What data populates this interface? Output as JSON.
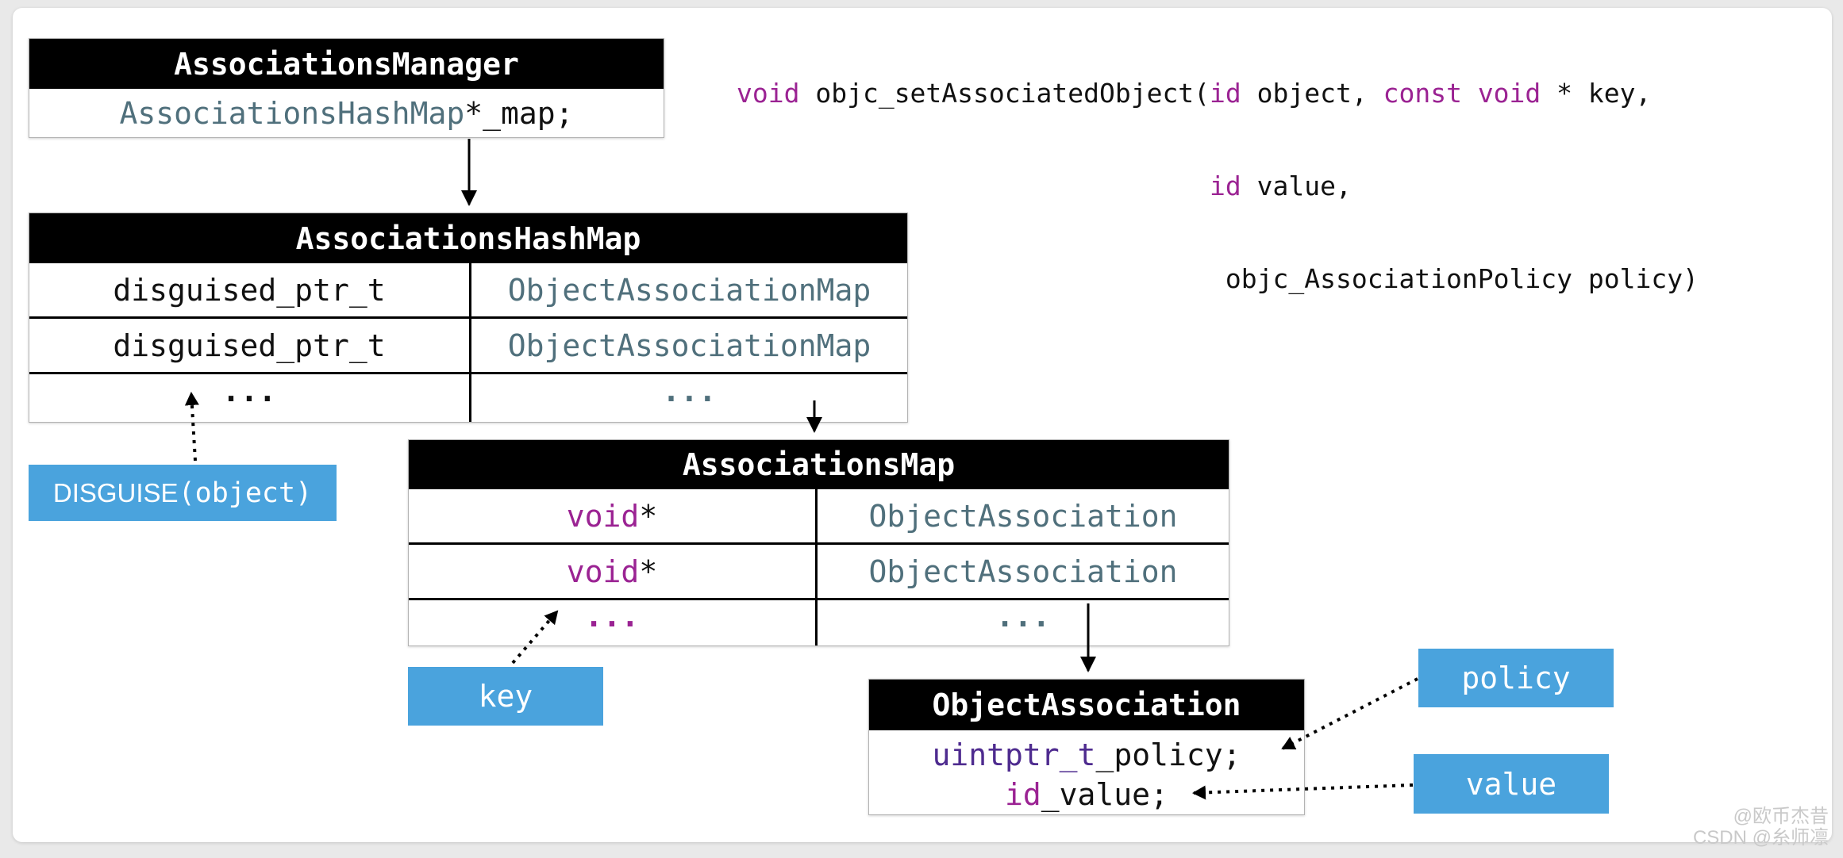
{
  "colors": {
    "accent_blue": "#4aa3dd",
    "keyword_purple": "#9b2393",
    "type_teal": "#50707c",
    "type_indigo": "#4e2b8f",
    "table_header_bg": "#000000"
  },
  "code": {
    "l1t1": "void",
    "l1t2": " objc_setAssociatedObject(",
    "l1t3": "id",
    "l1t4": " object, ",
    "l1t5": "const void",
    "l1t6": " * key,",
    "l2t1": "                              ",
    "l2t2": "id",
    "l2t3": " value,",
    "l3t1": "                               objc_AssociationPolicy policy)"
  },
  "manager": {
    "title": "AssociationsManager",
    "field_type": "AssociationsHashMap",
    "field_rest": " *_map;"
  },
  "hashmap": {
    "title": "AssociationsHashMap",
    "r1c1": "disguised_ptr_t",
    "r1c2": "ObjectAssociationMap",
    "r2c1": "disguised_ptr_t",
    "r2c2": "ObjectAssociationMap",
    "r3c1": "...",
    "r3c2": "..."
  },
  "assocmap": {
    "title": "AssociationsMap",
    "r1c1kw": "void",
    "r1c1rest": " *",
    "r1c2": "ObjectAssociation",
    "r2c1kw": "void",
    "r2c1rest": " *",
    "r2c2": "ObjectAssociation",
    "r3c1": "...",
    "r3c2": "..."
  },
  "objassoc": {
    "title": "ObjectAssociation",
    "f1type": "uintptr_t",
    "f1rest": " _policy;",
    "f2type": "id",
    "f2rest": " _value;"
  },
  "labels": {
    "disguise_fn": "DISGUISE",
    "disguise_arg": "(object)",
    "key": "key",
    "policy": "policy",
    "value": "value"
  },
  "watermark": {
    "line1": "@欧币杰昔",
    "line2": "CSDN @糸师凛"
  }
}
